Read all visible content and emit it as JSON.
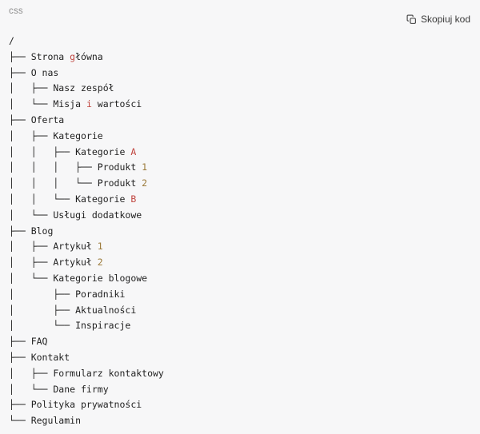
{
  "colors": {
    "background": "#f7f7f8",
    "text": "#1f1f1f",
    "muted_label": "#8f8f8f",
    "button_text": "#3a3a3a",
    "token_red": "#c0453f",
    "token_gold": "#9b7a3a"
  },
  "header": {
    "language_label": "css",
    "copy_button": {
      "label": "Skopiuj kod",
      "icon": "copy-icon"
    }
  },
  "code": {
    "lines": [
      [
        {
          "t": "/"
        }
      ],
      [
        {
          "t": "├── Strona "
        },
        {
          "t": "g",
          "c": "red"
        },
        {
          "t": "łówna"
        }
      ],
      [
        {
          "t": "├── O nas"
        }
      ],
      [
        {
          "t": "│   ├── Nasz zespół"
        }
      ],
      [
        {
          "t": "│   └── Misja "
        },
        {
          "t": "i",
          "c": "red"
        },
        {
          "t": " wartości"
        }
      ],
      [
        {
          "t": "├── Oferta"
        }
      ],
      [
        {
          "t": "│   ├── Kategorie"
        }
      ],
      [
        {
          "t": "│   │   ├── Kategorie "
        },
        {
          "t": "A",
          "c": "red"
        }
      ],
      [
        {
          "t": "│   │   │   ├── Produkt "
        },
        {
          "t": "1",
          "c": "gold"
        }
      ],
      [
        {
          "t": "│   │   │   └── Produkt "
        },
        {
          "t": "2",
          "c": "gold"
        }
      ],
      [
        {
          "t": "│   │   └── Kategorie "
        },
        {
          "t": "B",
          "c": "red"
        }
      ],
      [
        {
          "t": "│   └── Usługi dodatkowe"
        }
      ],
      [
        {
          "t": "├── Blog"
        }
      ],
      [
        {
          "t": "│   ├── Artykuł "
        },
        {
          "t": "1",
          "c": "gold"
        }
      ],
      [
        {
          "t": "│   ├── Artykuł "
        },
        {
          "t": "2",
          "c": "gold"
        }
      ],
      [
        {
          "t": "│   └── Kategorie blogowe"
        }
      ],
      [
        {
          "t": "│       ├── Poradniki"
        }
      ],
      [
        {
          "t": "│       ├── Aktualności"
        }
      ],
      [
        {
          "t": "│       └── Inspiracje"
        }
      ],
      [
        {
          "t": "├── FAQ"
        }
      ],
      [
        {
          "t": "├── Kontakt"
        }
      ],
      [
        {
          "t": "│   ├── Formularz kontaktowy"
        }
      ],
      [
        {
          "t": "│   └── Dane firmy"
        }
      ],
      [
        {
          "t": "├── Polityka prywatności"
        }
      ],
      [
        {
          "t": "└── Regulamin"
        }
      ]
    ]
  }
}
